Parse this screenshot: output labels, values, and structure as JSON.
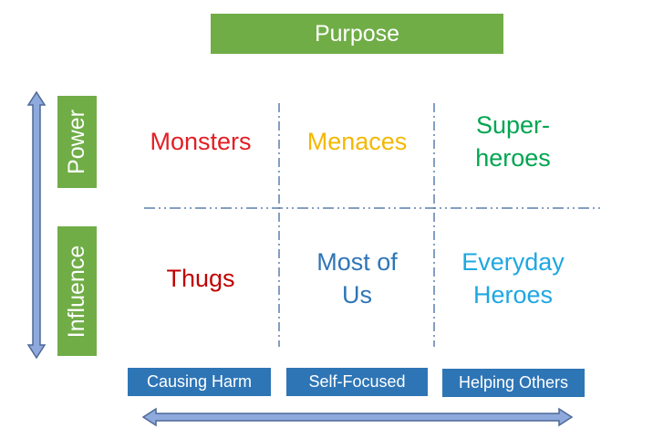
{
  "title": "Purpose",
  "vertical_axis": {
    "top": "Power",
    "bottom": "Influence"
  },
  "horizontal_axis": {
    "labels": [
      "Causing Harm",
      "Self-Focused",
      "Helping Others"
    ]
  },
  "cells": {
    "power_harm": {
      "text": "Monsters",
      "color": "#e31e24"
    },
    "power_self": {
      "text": "Menaces",
      "color": "#f4b800"
    },
    "power_help": {
      "text": "Super-\nheroes",
      "color": "#00a550"
    },
    "influence_harm": {
      "text": "Thugs",
      "color": "#c00000"
    },
    "influence_self": {
      "text": "Most of\nUs",
      "color": "#2e75b6"
    },
    "influence_help": {
      "text": "Everyday\nHeroes",
      "color": "#1ea7e1"
    }
  },
  "colors": {
    "title_bg": "#70ad47",
    "label_bg": "#2e75b6",
    "arrow_fill": "#8ea9db",
    "arrow_stroke": "#4f6997",
    "grid_line": "#5b7fae"
  }
}
